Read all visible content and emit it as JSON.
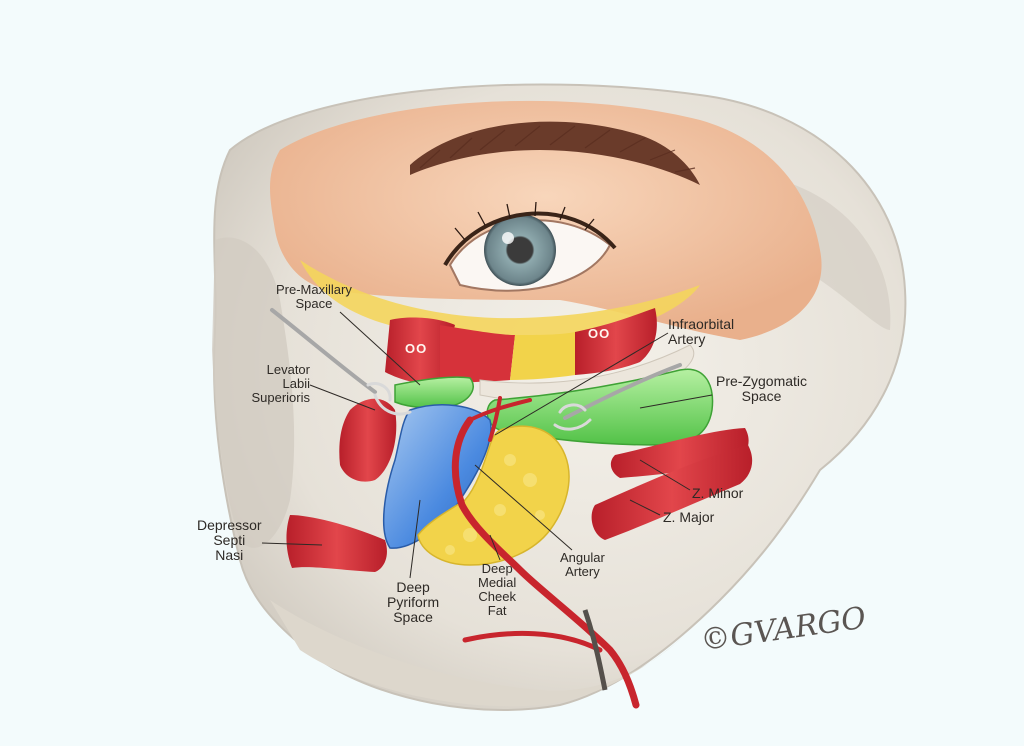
{
  "labels": {
    "pre_maxillary": [
      "Pre-Maxillary",
      "Space"
    ],
    "levator": [
      "Levator",
      "Labii",
      "Superioris"
    ],
    "oo_left": "OO",
    "oo_right": "OO",
    "infraorbital": [
      "Infraorbital",
      "Artery"
    ],
    "pre_zygomatic": [
      "Pre-Zygomatic",
      "Space"
    ],
    "z_minor": "Z. Minor",
    "z_major": "Z. Major",
    "depressor": [
      "Depressor",
      "Septi",
      "Nasi"
    ],
    "angular": [
      "Angular",
      "Artery"
    ],
    "deep_medial": [
      "Deep",
      "Medial",
      "Cheek",
      "Fat"
    ],
    "deep_pyriform": [
      "Deep",
      "Pyriform",
      "Space"
    ]
  },
  "signature": "©GVARGO",
  "colors": {
    "background": "#f3fbfc",
    "skull": "#e9e5dd",
    "skin": "#f2c7a6",
    "muscle": "#d8343b",
    "fat": "#f2d34a",
    "zygomatic_space": "#76d863",
    "pyriform_space": "#4f8fe0",
    "artery": "#c8252d",
    "iris": "#6f8d95"
  }
}
